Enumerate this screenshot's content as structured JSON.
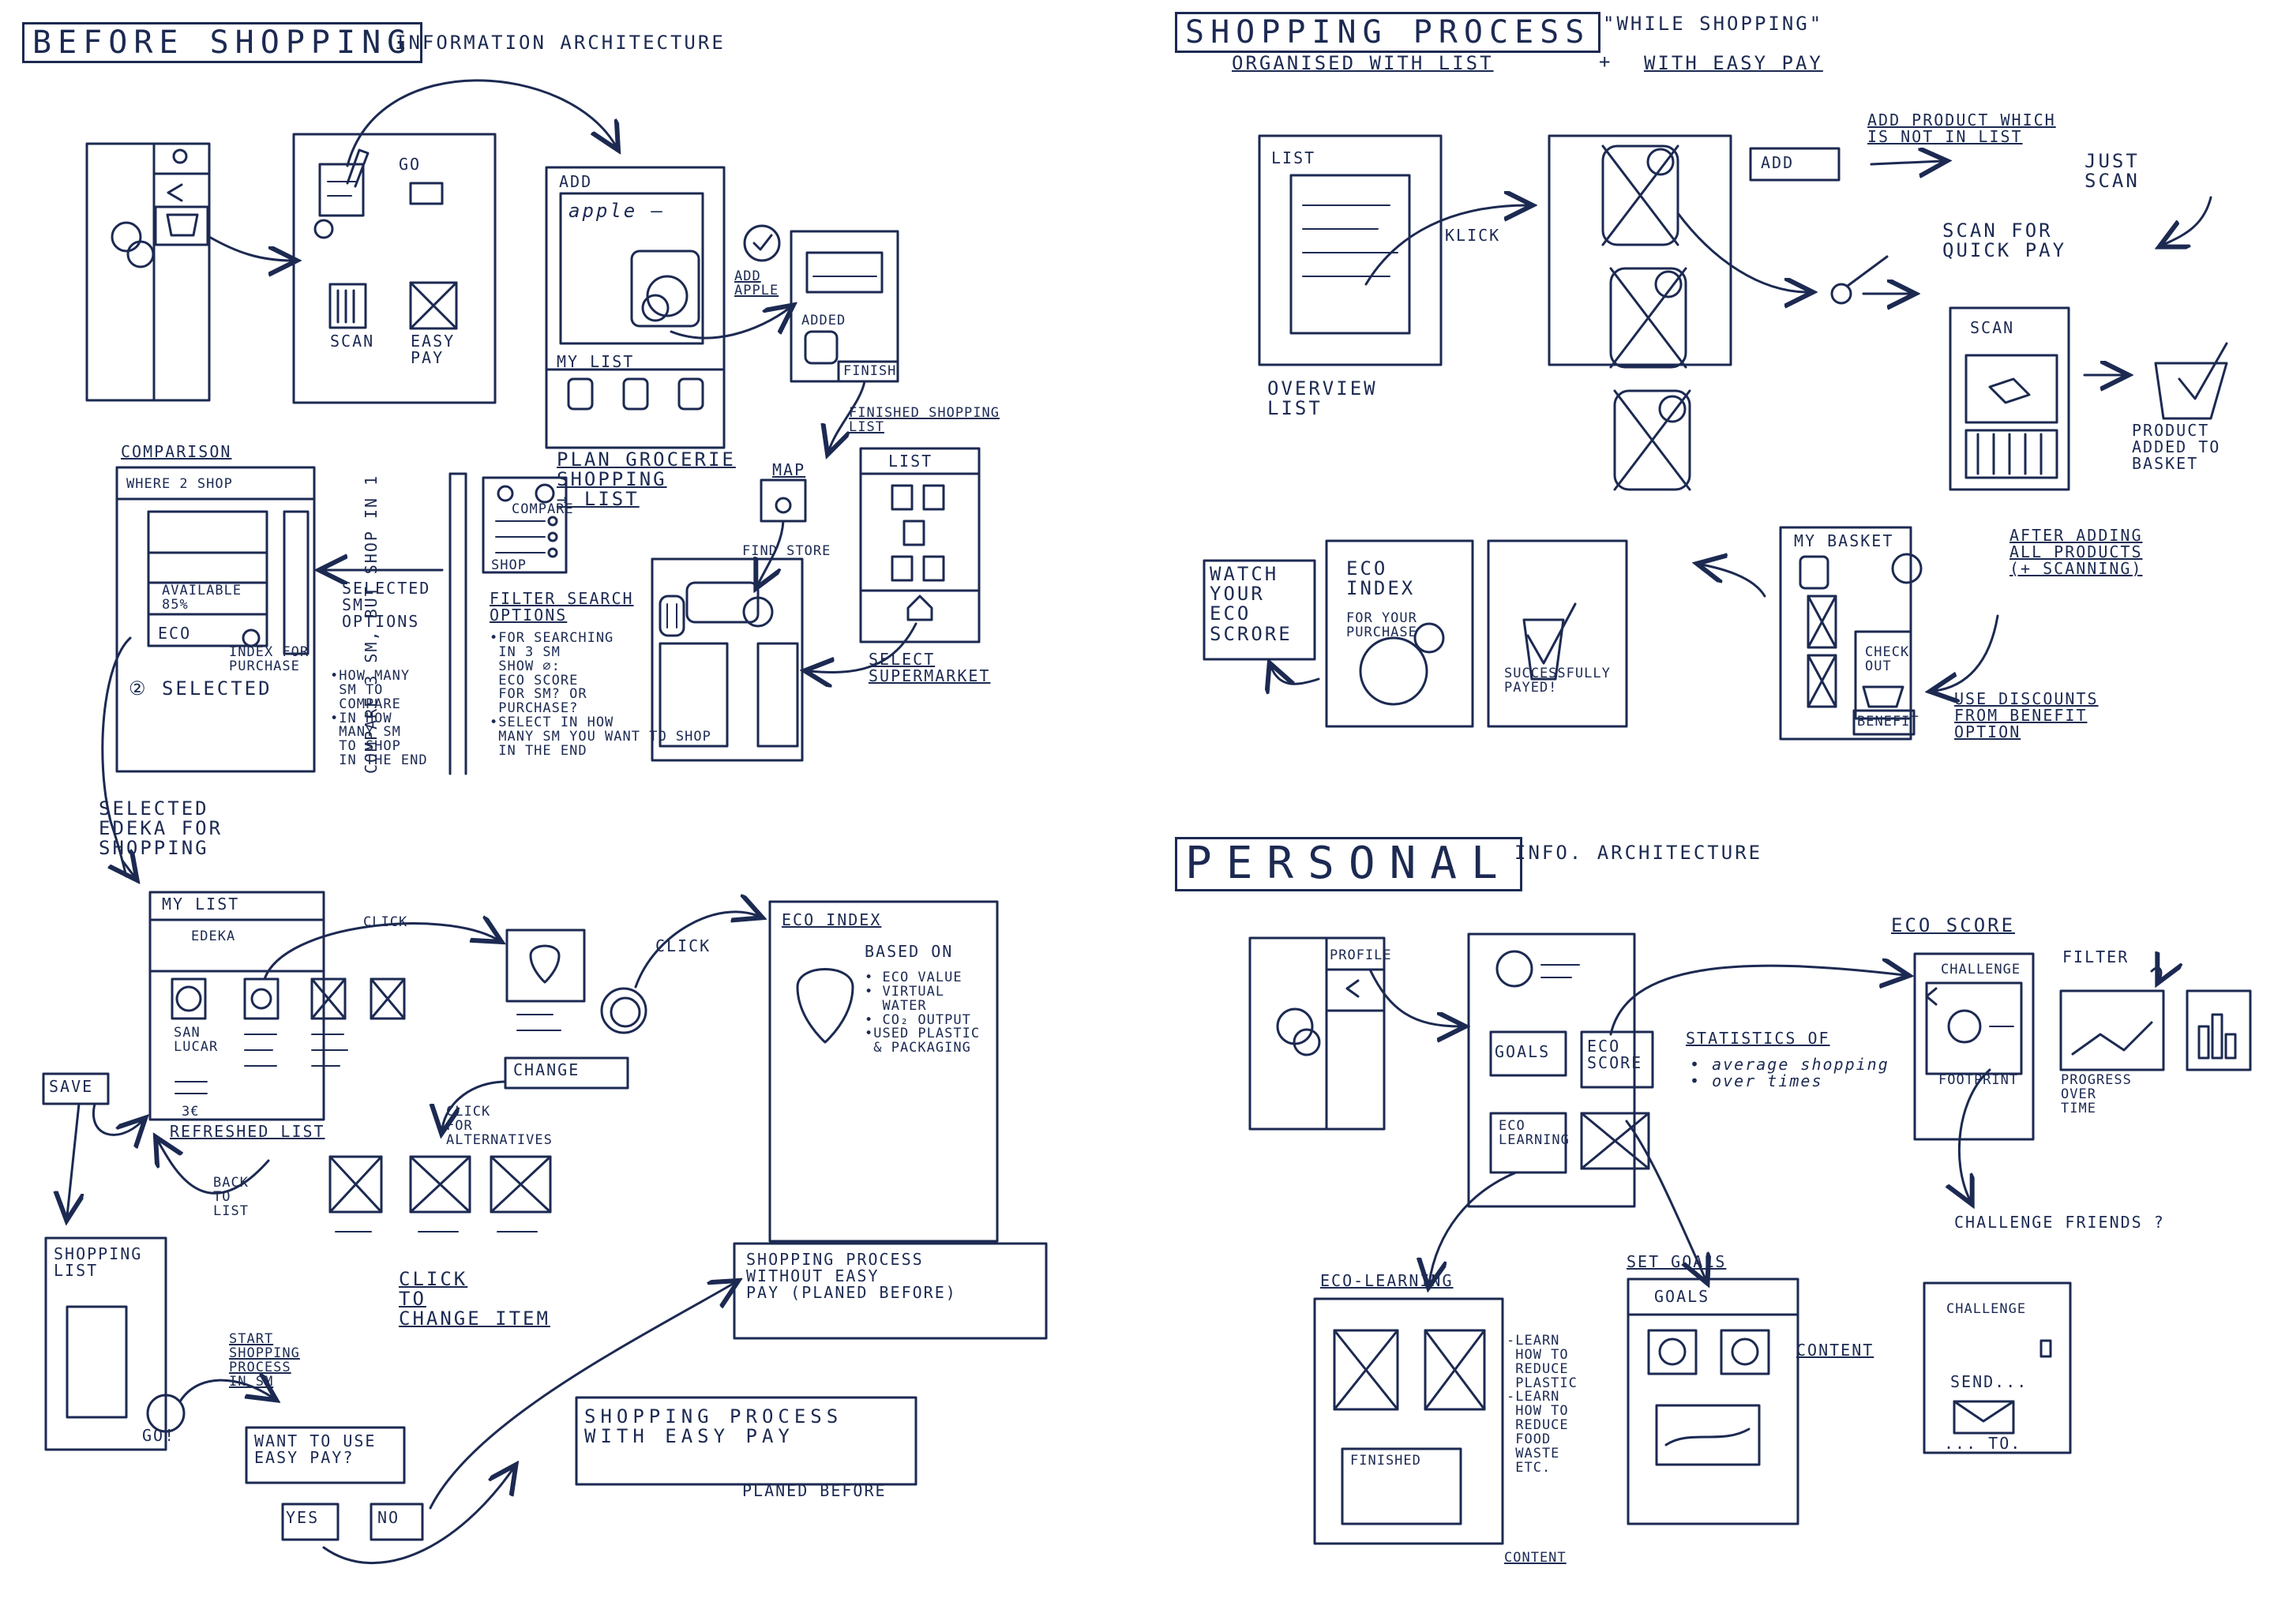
{
  "sections": {
    "before_shopping": {
      "title": "BEFORE SHOPPING",
      "subtitle": "INFORMATION ARCHITECTURE",
      "home": {
        "scan": "SCAN",
        "easy_pay": "EASY\nPAY",
        "go": "GO"
      },
      "plan": {
        "add": "ADD",
        "item": "apple —",
        "add_apple": "ADD\nAPPLE",
        "added": "ADDED",
        "finish": "FINISH",
        "my_list": "MY LIST",
        "caption": "PLAN GROCERIE\nSHOPPING\n→ LIST"
      },
      "finished_list": {
        "caption": "FINISHED SHOPPING\nLIST",
        "header": "LIST"
      },
      "select_supermarket": "SELECT\nSUPERMARKET",
      "map": {
        "header": "MAP",
        "find_store": "FIND STORE"
      },
      "filter": {
        "compare_note": "COMPARE 3 SM, BUT SHOP IN 1",
        "compare": "COMPARE",
        "shop": "SHOP",
        "title": "FILTER SEARCH\nOPTIONS",
        "bullets": "•FOR SEARCHING\n IN 3 SM\n SHOW ⌀:\n ECO SCORE\n FOR SM? OR\n PURCHASE?\n•SELECT IN HOW\n MANY SM YOU WANT TO SHOP\n IN THE END"
      },
      "comparison": {
        "title": "COMPARISON",
        "header": "WHERE 2 SHOP",
        "available": "AVAILABLE\n85%",
        "eco": "ECO",
        "index_note": "INDEX FOR\nPURCHASE",
        "selected": "② SELECTED"
      },
      "selected_options": {
        "title": "SELECTED\nSM\nOPTIONS",
        "bullets": "•HOW MANY\n SM TO\n COMPARE\n•IN HOW\n MANY SM\n TO SHOP\n IN THE END"
      },
      "selected_edeka": "SELECTED\nEDEKA FOR\nSHOPPING",
      "my_list": {
        "header": "MY LIST",
        "store": "EDEKA",
        "click": "CLICK",
        "item": "SAN\nLUCAR",
        "price": "3€",
        "refreshed": "REFRESHED LIST"
      },
      "change": "CHANGE",
      "click_alternatives": "CLICK\nFOR\nALTERNATIVES",
      "click2": "CLICK",
      "eco_index": {
        "title": "ECO INDEX",
        "based_on": "BASED ON",
        "bullets": "• ECO VALUE\n• VIRTUAL\n  WATER\n• CO₂ OUTPUT\n•USED PLASTIC\n & PACKAGING"
      },
      "save": "SAVE",
      "back_to_list": "BACK\nTO\nLIST",
      "click_change_item": "CLICK\nTO\nCHANGE ITEM",
      "shopping_list": {
        "title": "SHOPPING\nLIST",
        "go": "GO!"
      },
      "start_process": "START\nSHOPPING\nPROCESS\nIN SM",
      "want_easy_pay": "WANT TO USE\nEASY PAY?",
      "yes": "YES",
      "no": "NO",
      "without_easy_pay": "SHOPPING PROCESS\nWITHOUT EASY\nPAY (PLANED BEFORE)",
      "with_easy_pay": "SHOPPING PROCESS\nWITH EASY PAY",
      "planed_before": "PLANED BEFORE"
    },
    "shopping_process": {
      "title": "SHOPPING PROCESS",
      "subtitle": "\"WHILE SHOPPING\"",
      "subtitle2": "ORGANISED WITH LIST",
      "plus": "+",
      "subtitle3": "WITH EASY PAY",
      "list_header": "LIST",
      "overview": "OVERVIEW\nLIST",
      "click": "KLICK",
      "add": "ADD",
      "add_note": "ADD PRODUCT WHICH\nIS NOT IN LIST",
      "just_scan": "JUST\nSCAN",
      "scan_quick": "SCAN FOR\nQUICK PAY",
      "scan": "SCAN",
      "product_added": "PRODUCT\nADDED TO\nBASKET",
      "my_basket": "MY BASKET",
      "check_out": "CHECK\nOUT",
      "benefit": "BENEFIT",
      "after_adding": "AFTER ADDING\nALL PRODUCTS\n(+ SCANNING)",
      "use_discounts": "USE DISCOUNTS\nFROM BENEFIT\nOPTION",
      "successfully_payed": "SUCCESSFULLY\nPAYED!",
      "eco_index_purchase": {
        "title": "ECO\nINDEX",
        "sub": "FOR YOUR\nPURCHASE"
      },
      "watch_eco": "WATCH\nYOUR\nECO\nSCRORE"
    },
    "personal": {
      "title": "PERSONAL",
      "subtitle": "INFO. ARCHITECTURE",
      "profile": "PROFILE",
      "goals": "GOALS",
      "eco_score_btn": "ECO\nSCORE",
      "eco_learning_btn": "ECO\nLEARNING",
      "statistics": "STATISTICS OF",
      "stats_bullets": "• average shopping\n• over times",
      "eco_score_title": "ECO SCORE",
      "challenge": "CHALLENGE",
      "footprint": "FOOTPRINT",
      "filter": "FILTER",
      "progress": "PROGRESS\nOVER\nTIME",
      "challenge_friends": "CHALLENGE FRIENDS ?",
      "eco_learning_title": "ECO-LEARNING",
      "finished": "FINISHED",
      "learn_list": "-LEARN\n HOW TO\n REDUCE\n PLASTIC\n-LEARN\n HOW TO\n REDUCE\n FOOD\n WASTE\n ETC.",
      "content": "CONTENT",
      "set_goals": "SET GOALS",
      "goals_header": "GOALS",
      "content2": "CONTENT",
      "challenge_card": "CHALLENGE",
      "send": "SEND...",
      "to": "... TO."
    }
  }
}
